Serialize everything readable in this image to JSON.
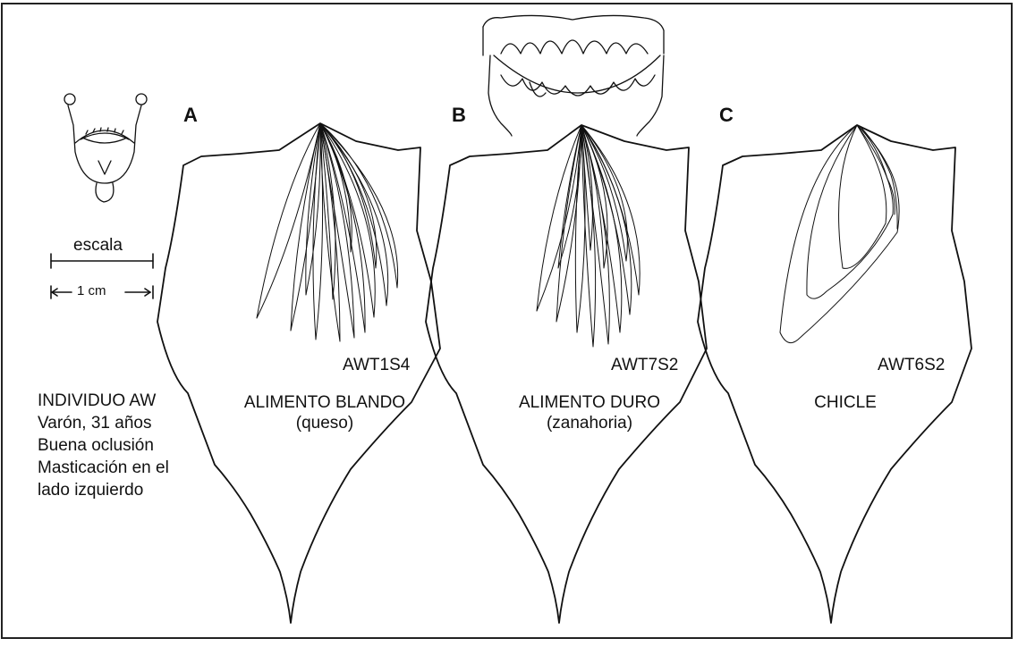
{
  "colors": {
    "ink": "#111111",
    "frame": "#222222",
    "background": "#ffffff"
  },
  "panels": [
    {
      "letter": "A",
      "trace_label": "AWT1S4",
      "condition_line1": "ALIMENTO BLANDO",
      "condition_line2": "(queso)"
    },
    {
      "letter": "B",
      "trace_label": "AWT7S2",
      "condition_line1": "ALIMENTO DURO",
      "condition_line2": "(zanahoria)"
    },
    {
      "letter": "C",
      "trace_label": "AWT6S2",
      "condition_line1": "CHICLE",
      "condition_line2": ""
    }
  ],
  "scale": {
    "label": "escala",
    "unit": "1 cm"
  },
  "subject": {
    "line1": "INDIVIDUO AW",
    "line2": "Varón, 31 años",
    "line3": "Buena oclusión",
    "line4": "Masticación en el",
    "line5": "lado izquierdo"
  },
  "icons": [
    "mandible-icon",
    "dentition-icon"
  ]
}
